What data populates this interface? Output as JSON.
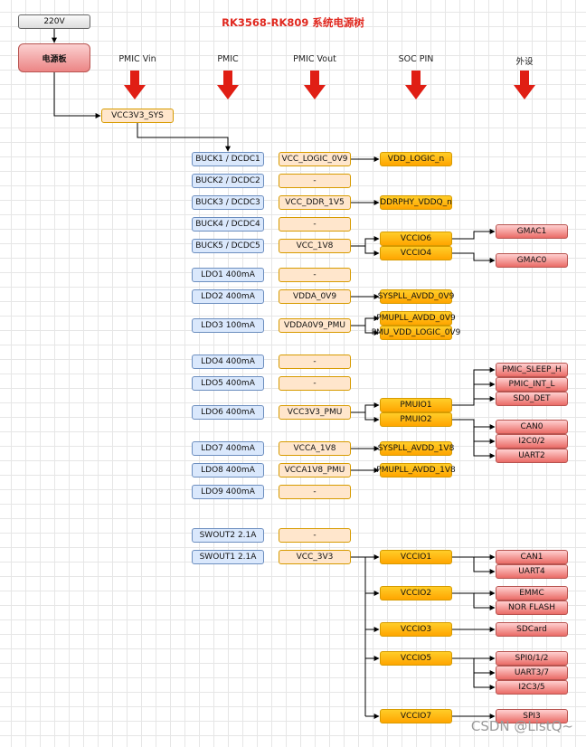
{
  "title": "RK3568-RK809 系统电源树",
  "source": "220V",
  "board": "电源板",
  "vin_pin": "VCC3V3_SYS",
  "headers": [
    "PMIC Vin",
    "PMIC",
    "PMIC Vout",
    "SOC PIN",
    "外设"
  ],
  "colors": {
    "title": "#e0281f",
    "arrow": "#e01e14",
    "line": "#000000"
  },
  "pmic": [
    {
      "id": "buck1",
      "label": "BUCK1 / DCDC1",
      "vout": "VCC_LOGIC_0V9"
    },
    {
      "id": "buck2",
      "label": "BUCK2 / DCDC2",
      "vout": "-"
    },
    {
      "id": "buck3",
      "label": "BUCK3 / DCDC3",
      "vout": "VCC_DDR_1V5"
    },
    {
      "id": "buck4",
      "label": "BUCK4 / DCDC4",
      "vout": "-"
    },
    {
      "id": "buck5",
      "label": "BUCK5 / DCDC5",
      "vout": "VCC_1V8"
    },
    {
      "id": "ldo1",
      "label": "LDO1  400mA",
      "vout": "-"
    },
    {
      "id": "ldo2",
      "label": "LDO2  400mA",
      "vout": "VDDA_0V9"
    },
    {
      "id": "ldo3",
      "label": "LDO3  100mA",
      "vout": "VDDA0V9_PMU"
    },
    {
      "id": "ldo4",
      "label": "LDO4  400mA",
      "vout": "-"
    },
    {
      "id": "ldo5",
      "label": "LDO5  400mA",
      "vout": "-"
    },
    {
      "id": "ldo6",
      "label": "LDO6  400mA",
      "vout": "VCC3V3_PMU"
    },
    {
      "id": "ldo7",
      "label": "LDO7  400mA",
      "vout": "VCCA_1V8"
    },
    {
      "id": "ldo8",
      "label": "LDO8  400mA",
      "vout": "VCCA1V8_PMU"
    },
    {
      "id": "ldo9",
      "label": "LDO9  400mA",
      "vout": "-"
    },
    {
      "id": "swout2",
      "label": "SWOUT2  2.1A",
      "vout": "-"
    },
    {
      "id": "swout1",
      "label": "SWOUT1  2.1A",
      "vout": "VCC_3V3"
    }
  ],
  "soc": [
    {
      "id": "vdd_logic",
      "label": "VDD_LOGIC_n"
    },
    {
      "id": "ddrphy",
      "label": "DDRPHY_VDDQ_n"
    },
    {
      "id": "vccio6",
      "label": "VCCIO6"
    },
    {
      "id": "vccio4",
      "label": "VCCIO4"
    },
    {
      "id": "syspll_0v9",
      "label": "SYSPLL_AVDD_0V9"
    },
    {
      "id": "pmupll_0v9",
      "label": "PMUPLL_AVDD_0V9"
    },
    {
      "id": "pmu_vdd_logic",
      "label": "PMU_VDD_LOGIC_0V9"
    },
    {
      "id": "pmuio1",
      "label": "PMUIO1"
    },
    {
      "id": "pmuio2",
      "label": "PMUIO2"
    },
    {
      "id": "syspll_1v8",
      "label": "SYSPLL_AVDD_1V8"
    },
    {
      "id": "pmupll_1v8",
      "label": "PMUPLL_AVDD_1V8"
    },
    {
      "id": "vccio1",
      "label": "VCCIO1"
    },
    {
      "id": "vccio2",
      "label": "VCCIO2"
    },
    {
      "id": "vccio3",
      "label": "VCCIO3"
    },
    {
      "id": "vccio5",
      "label": "VCCIO5"
    },
    {
      "id": "vccio7",
      "label": "VCCIO7"
    }
  ],
  "peripherals": [
    {
      "id": "gmac1",
      "label": "GMAC1"
    },
    {
      "id": "gmac0",
      "label": "GMAC0"
    },
    {
      "id": "pmic_sleep",
      "label": "PMIC_SLEEP_H"
    },
    {
      "id": "pmic_int",
      "label": "PMIC_INT_L"
    },
    {
      "id": "sd0_det",
      "label": "SD0_DET"
    },
    {
      "id": "can0",
      "label": "CAN0"
    },
    {
      "id": "i2c0_2",
      "label": "I2C0/2"
    },
    {
      "id": "uart2",
      "label": "UART2"
    },
    {
      "id": "can1",
      "label": "CAN1"
    },
    {
      "id": "uart4",
      "label": "UART4"
    },
    {
      "id": "emmc",
      "label": "EMMC"
    },
    {
      "id": "nor_flash",
      "label": "NOR FLASH"
    },
    {
      "id": "sdcard",
      "label": "SDCard"
    },
    {
      "id": "spi0_1_2",
      "label": "SPI0/1/2"
    },
    {
      "id": "uart3_7",
      "label": "UART3/7"
    },
    {
      "id": "i2c3_5",
      "label": "I2C3/5"
    },
    {
      "id": "spi3",
      "label": "SPI3"
    }
  ],
  "watermark": "CSDN @ListQ~"
}
